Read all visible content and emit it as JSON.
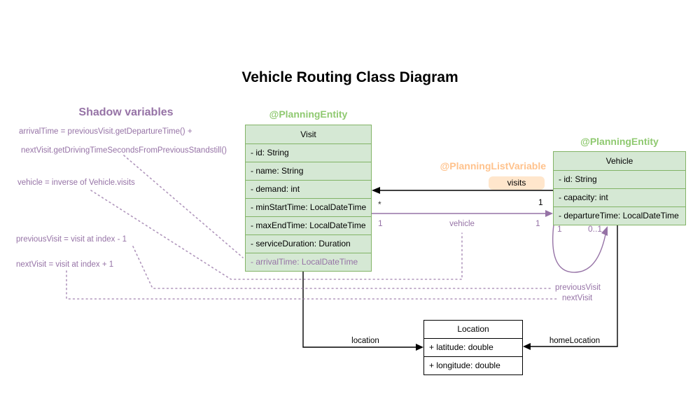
{
  "title": "Vehicle Routing Class Diagram",
  "colors": {
    "green_border": "#82b366",
    "green_fill": "#d5e8d4",
    "green_annotation_text": "#8fc970",
    "orange_annotation_text": "#ffc28c",
    "orange_badge_fill": "#ffe6cc",
    "purple": "#9673a6",
    "line_black": "#000000"
  },
  "shadow_panel": {
    "heading": "Shadow variables",
    "lines": [
      "arrivalTime = previousVisit.getDepartureTime() +",
      "nextVisit.getDrivingTimeSecondsFromPreviousStandstill()",
      "vehicle = inverse of Vehicle.visits",
      "previousVisit = visit at index - 1",
      "nextVisit = visit at index + 1"
    ]
  },
  "classes": {
    "visit": {
      "annotation": "@PlanningEntity",
      "name": "Visit",
      "attributes": [
        "- id: String",
        "- name: String",
        "- demand: int",
        "- minStartTime: LocalDateTime",
        "- maxEndTime: LocalDateTime",
        "- serviceDuration: Duration"
      ],
      "shadow_attribute": "- arrivalTime: LocalDateTime"
    },
    "vehicle": {
      "annotation": "@PlanningEntity",
      "name": "Vehicle",
      "attributes": [
        "- id: String",
        "- capacity: int",
        "- departureTime: LocalDateTime"
      ]
    },
    "location": {
      "name": "Location",
      "attributes": [
        "+ latitude: double",
        "+ longitude: double"
      ]
    }
  },
  "relations": {
    "visits": {
      "annotation": "@PlanningListVariable",
      "label": "visits",
      "visit_end_multiplicity": "*",
      "vehicle_end_multiplicity": "1"
    },
    "vehicle_ref": {
      "label": "vehicle",
      "visit_end_multiplicity": "1",
      "vehicle_end_multiplicity": "1"
    },
    "location_ref": {
      "label": "location"
    },
    "home_location_ref": {
      "label": "homeLocation"
    },
    "visit_chain_loop": {
      "source_multiplicity": "1",
      "target_multiplicity": "0..1",
      "labels": [
        "previousVisit",
        "nextVisit"
      ]
    }
  }
}
